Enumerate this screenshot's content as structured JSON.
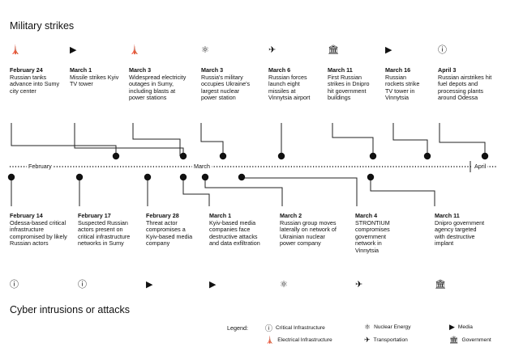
{
  "header": {
    "top_title": "Military strikes",
    "bottom_title": "Cyber intrusions or attacks"
  },
  "months": {
    "feb": "February",
    "mar": "March",
    "apr": "April"
  },
  "strikes": [
    {
      "icon": "electrical-infrastructure-icon",
      "glyph": "🗼",
      "date": "February 24",
      "desc": "Russian tanks advance into Sumy city center"
    },
    {
      "icon": "media-icon",
      "glyph": "▶",
      "date": "March 1",
      "desc": "Missile strikes Kyiv TV tower"
    },
    {
      "icon": "electrical-infrastructure-icon",
      "glyph": "🗼",
      "date": "March 3",
      "desc": "Widespread electricity outages in Sumy, including blasts at power stations"
    },
    {
      "icon": "nuclear-energy-icon",
      "glyph": "⚛",
      "date": "March 3",
      "desc": "Russia's military occupies Ukraine's largest nuclear power station"
    },
    {
      "icon": "transportation-icon",
      "glyph": "✈",
      "date": "March 6",
      "desc": "Russian forces launch eight missiles at Vinnytsia airport"
    },
    {
      "icon": "government-icon",
      "glyph": "🏛",
      "date": "March 11",
      "desc": "First Russian strikes in Dnipro hit government buildings"
    },
    {
      "icon": "media-icon",
      "glyph": "▶",
      "date": "March 16",
      "desc": "Russian rockets strike TV tower in Vinnytsia"
    },
    {
      "icon": "critical-infrastructure-icon",
      "glyph": "ⓘ",
      "date": "April 3",
      "desc": "Russian airstrikes hit fuel depots and processing plants around Odessa"
    }
  ],
  "cyber": [
    {
      "icon": "critical-infrastructure-icon",
      "glyph": "ⓘ",
      "date": "February 14",
      "desc": "Odessa-based critical infrastructure compromised by likely Russian actors"
    },
    {
      "icon": "critical-infrastructure-icon",
      "glyph": "ⓘ",
      "date": "February 17",
      "desc": "Suspected Russian actors present on critical infrastructure networks in Sumy"
    },
    {
      "icon": "media-icon",
      "glyph": "▶",
      "date": "February 28",
      "desc": "Threat actor compromises a Kyiv-based media company"
    },
    {
      "icon": "media-icon",
      "glyph": "▶",
      "date": "March 1",
      "desc": "Kyiv-based media companies face destructive attacks and data exfiltration"
    },
    {
      "icon": "nuclear-energy-icon",
      "glyph": "⚛",
      "date": "March 2",
      "desc": "Russian group moves laterally on network of Ukrainian nuclear power company"
    },
    {
      "icon": "transportation-icon",
      "glyph": "✈",
      "date": "March 4",
      "desc": "STRONTIUM compromises government network in Vinnytsia"
    },
    {
      "icon": "government-icon",
      "glyph": "🏛",
      "date": "March 11",
      "desc": "Dnipro government agency targeted with destructive implant"
    }
  ],
  "legend": {
    "title": "Legend:",
    "items": [
      {
        "icon": "critical-infrastructure-icon",
        "glyph": "ⓘ",
        "label": "Critical Infrastructure"
      },
      {
        "icon": "electrical-infrastructure-icon",
        "glyph": "🗼",
        "label": "Electrical Infrastructure"
      },
      {
        "icon": "nuclear-energy-icon",
        "glyph": "⚛",
        "label": "Nuclear Energy"
      },
      {
        "icon": "transportation-icon",
        "glyph": "✈",
        "label": "Transportation"
      },
      {
        "icon": "media-icon",
        "glyph": "▶",
        "label": "Media"
      },
      {
        "icon": "government-icon",
        "glyph": "🏛",
        "label": "Government"
      }
    ]
  }
}
